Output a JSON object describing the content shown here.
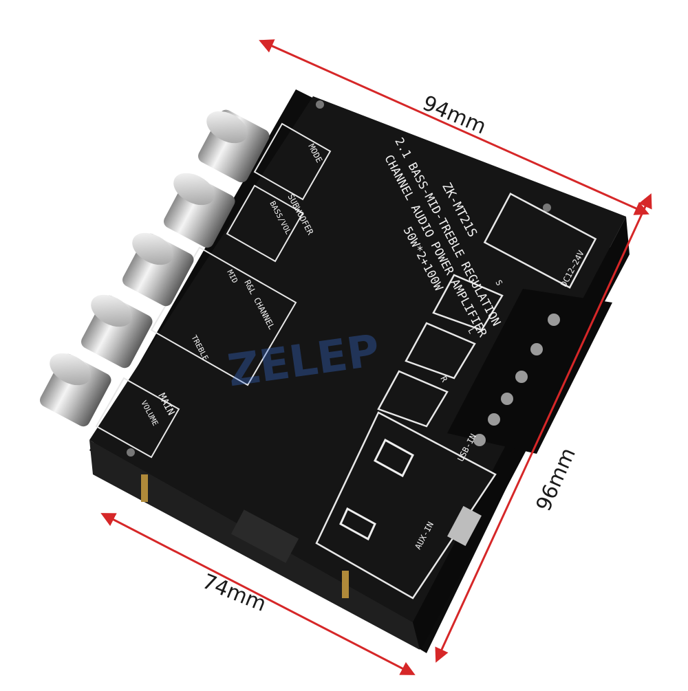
{
  "dimensions": {
    "width": "94mm",
    "depth": "96mm",
    "front": "74mm"
  },
  "board": {
    "model": "ZK-MT21S",
    "title_line1": "2.1 BASS-MID-TREBLE REGULATION",
    "title_line2": "CHANNEL AUDIO POWER AMPLIFIER",
    "power_rating": "50W*2+100W",
    "knobs": [
      {
        "label": "MODE",
        "sub": ""
      },
      {
        "label": "SUBWOOFER",
        "sub": "BASS/VOL"
      },
      {
        "label": "R&L CHANNEL",
        "sub": "MID"
      },
      {
        "label": "",
        "sub": "TREBLE"
      },
      {
        "label": "MAIN",
        "sub": "VOLUME"
      }
    ],
    "power_input": "DC12~24V",
    "speakers": [
      "S",
      "L",
      "R"
    ],
    "inputs": [
      "USB-IN",
      "AUX-IN"
    ],
    "watermark": "ZELEP"
  },
  "colors": {
    "arrow": "#d62728",
    "board": "#151515",
    "knob": "#c9c9c9"
  }
}
